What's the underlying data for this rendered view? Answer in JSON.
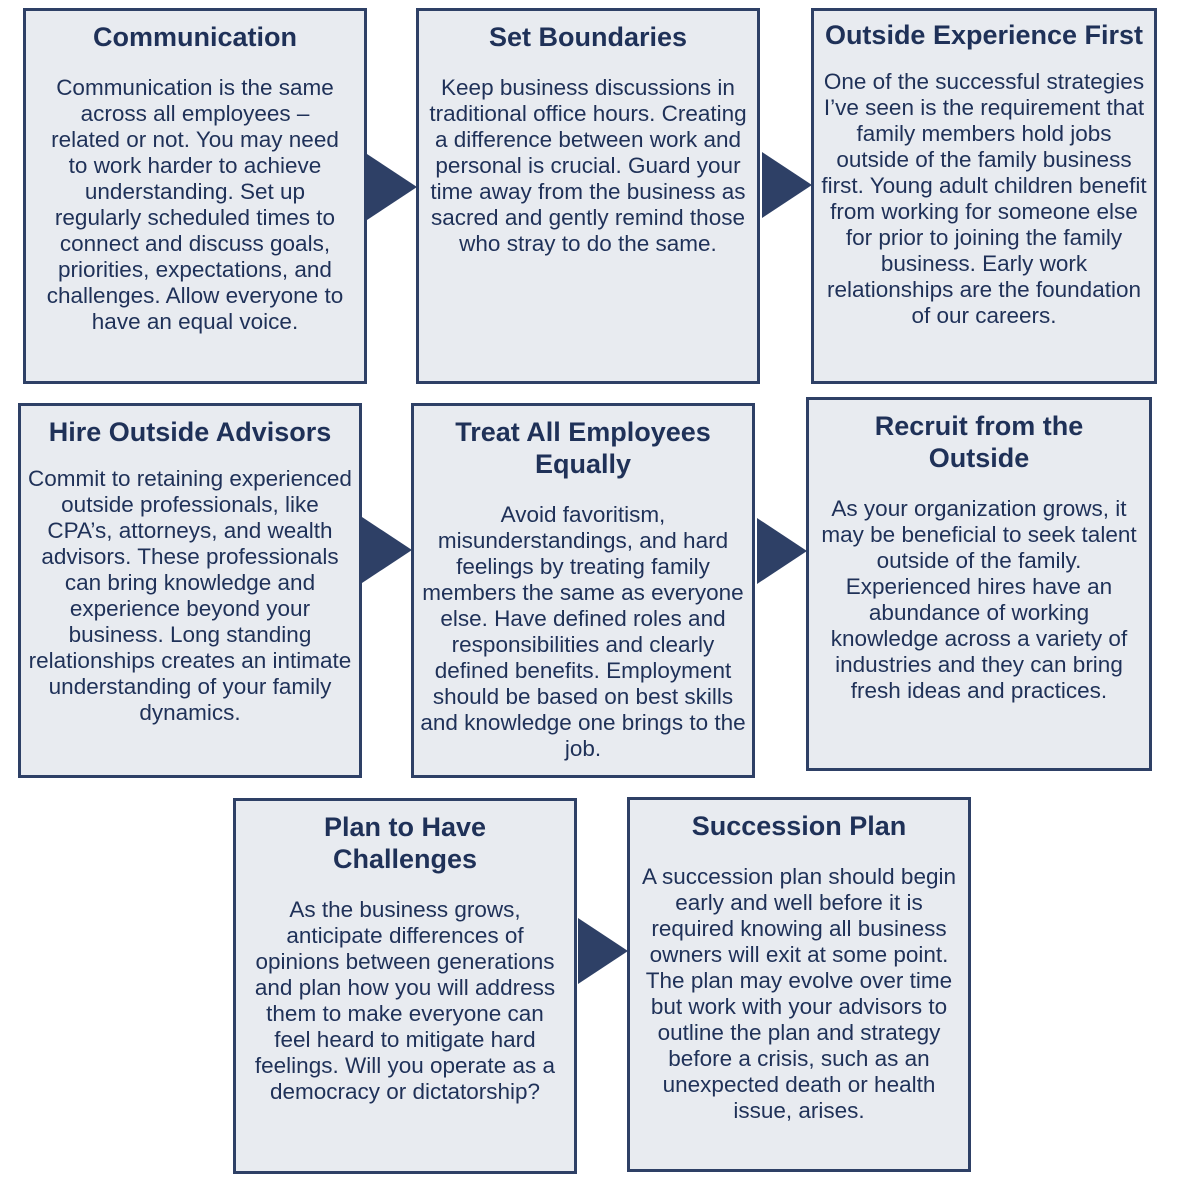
{
  "boxes": [
    {
      "title": "Communication",
      "body": "Communication is the same across all employees – related or not. You may need to work harder to achieve understanding.  Set up regularly scheduled times to connect and discuss goals, priorities, expectations, and challenges.  Allow everyone to have an equal voice."
    },
    {
      "title": "Set Boundaries",
      "body": "Keep business discussions in traditional office hours. Creating a difference between work and personal is crucial. Guard your time away from the business as sacred and gently remind those who stray to do the same."
    },
    {
      "title": "Outside Experience First",
      "body": "One of the successful strategies I’ve seen is the requirement that family members hold jobs outside of the family business first. Young adult children benefit from working for someone else for prior to joining the family business.  Early work relationships are the foundation of our careers."
    },
    {
      "title": "Hire Outside Advisors",
      "body": "Commit to retaining experienced outside professionals, like CPA’s, attorneys, and wealth advisors.  These professionals can bring knowledge and experience beyond your business.   Long standing relationships creates an intimate understanding of your family dynamics."
    },
    {
      "title": "Treat All Employees Equally",
      "body": "Avoid favoritism, misunderstandings, and hard feelings by treating family members the same as everyone else. Have defined roles and responsibilities and clearly defined benefits. Employment should be based on best skills and knowledge one brings to the job."
    },
    {
      "title": "Recruit from the Outside",
      "body": "As your organization grows, it may be beneficial to seek talent outside of the family. Experienced hires have an abundance of working knowledge across a variety of industries and they can bring fresh ideas and practices."
    },
    {
      "title": "Plan to Have Challenges",
      "body": "As the business grows, anticipate differences of opinions between generations and plan how you will address them to make everyone can feel heard to mitigate hard feelings.  Will you operate as a democracy or dictatorship?"
    },
    {
      "title": "Succession Plan",
      "body": "A succession plan should begin early and well before it is required knowing all business owners will exit at some point. The plan may evolve over time but work with your advisors to outline the plan and strategy before a crisis, such as an unexpected death or health issue, arises."
    }
  ],
  "colors": {
    "border": "#2e4066",
    "fill": "#e8ebf0",
    "text": "#1f3158"
  }
}
